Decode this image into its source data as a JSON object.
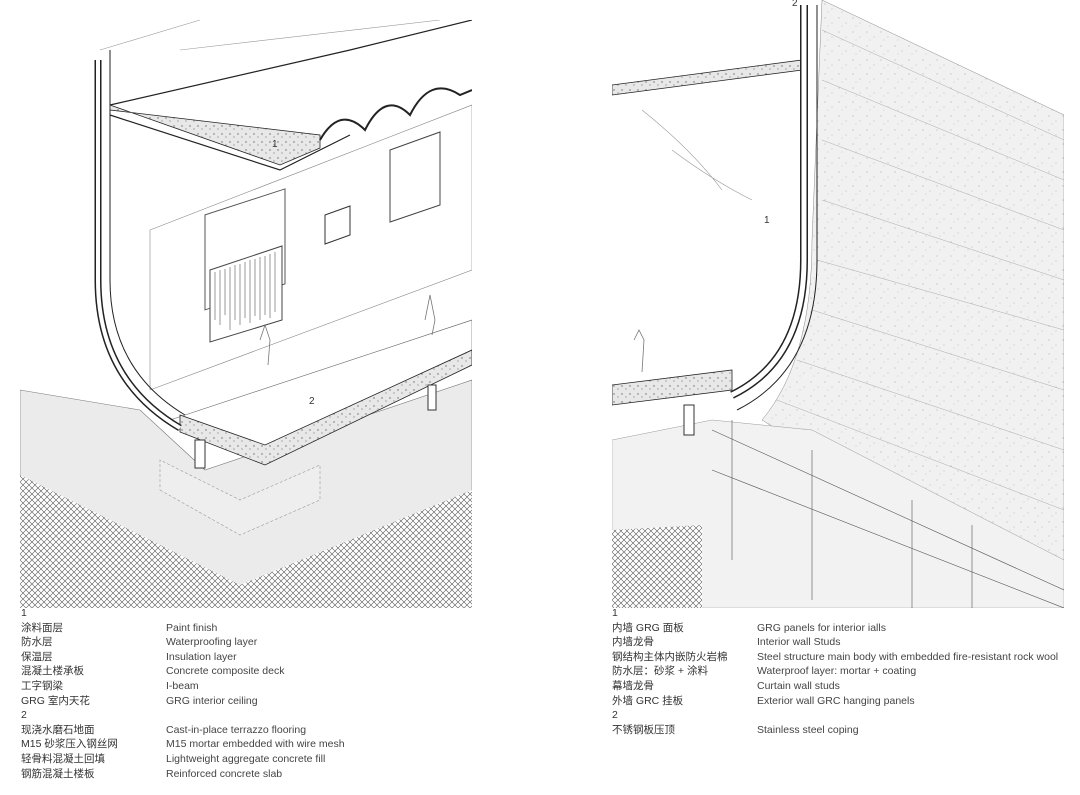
{
  "left_drawing": {
    "callouts": [
      "1",
      "2"
    ],
    "legend": [
      {
        "group": "1",
        "items": [
          {
            "zh": "涂料面层",
            "en": "Paint finish"
          },
          {
            "zh": "防水层",
            "en": "Waterproofing layer"
          },
          {
            "zh": "保温层",
            "en": "Insulation layer"
          },
          {
            "zh": "混凝土楼承板",
            "en": "Concrete composite deck"
          },
          {
            "zh": "工字钢梁",
            "en": "I-beam"
          },
          {
            "zh": "GRG 室内天花",
            "en": "GRG interior ceiling"
          }
        ]
      },
      {
        "group": "2",
        "items": [
          {
            "zh": "现浇水磨石地面",
            "en": "Cast-in-place terrazzo flooring"
          },
          {
            "zh": "M15 砂浆压入钢丝网",
            "en": "M15 mortar embedded with wire mesh"
          },
          {
            "zh": "轻骨料混凝土回填",
            "en": "Lightweight aggregate concrete fill"
          },
          {
            "zh": "钢筋混凝土楼板",
            "en": "Reinforced concrete slab"
          }
        ]
      }
    ]
  },
  "right_drawing": {
    "callouts": [
      "1",
      "2"
    ],
    "legend": [
      {
        "group": "1",
        "items": [
          {
            "zh": "内墙 GRG 面板",
            "en": "GRG panels for interior ialls"
          },
          {
            "zh": "内墙龙骨",
            "en": "Interior wall Studs"
          },
          {
            "zh": "钢结构主体内嵌防火岩棉",
            "en": "Steel structure main body with embedded fire-resistant rock wool"
          },
          {
            "zh": "防水层：砂浆 + 涂料",
            "en": "Waterproof layer: mortar + coating"
          },
          {
            "zh": "幕墙龙骨",
            "en": "Curtain wall studs"
          },
          {
            "zh": "外墙 GRC 挂板",
            "en": "Exterior wall GRC hanging panels"
          }
        ]
      },
      {
        "group": "2",
        "items": [
          {
            "zh": "不锈钢板压顶",
            "en": "Stainless steel coping"
          }
        ]
      }
    ]
  }
}
